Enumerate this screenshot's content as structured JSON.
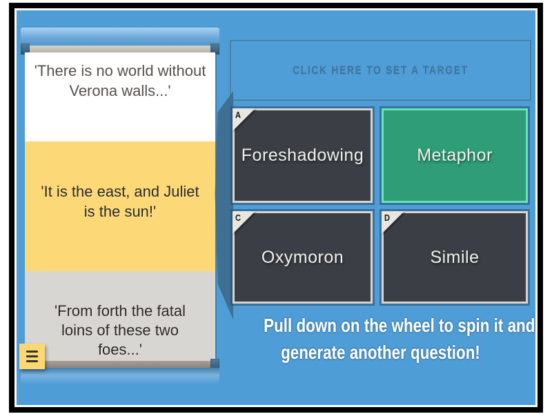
{
  "wheel": {
    "segments": [
      {
        "text": "'There is no world without Verona walls...'",
        "bg": "#ffffff"
      },
      {
        "text": "'It is the east, and Juliet is the sun!'",
        "bg": "#fcd976"
      },
      {
        "text": "'From forth the fatal loins of these two foes...'",
        "bg": "#d8d6d2"
      }
    ],
    "menu_icon": "hamburger-icon"
  },
  "target": {
    "label": "CLICK HERE TO SET A TARGET"
  },
  "answers": [
    {
      "letter": "A",
      "label": "Foreshadowing",
      "selected": false
    },
    {
      "letter": "",
      "label": "Metaphor",
      "selected": true
    },
    {
      "letter": "C",
      "label": "Oxymoron",
      "selected": false
    },
    {
      "letter": "D",
      "label": "Simile",
      "selected": false
    }
  ],
  "instruction": {
    "line1": "Pull down on the wheel to spin it and",
    "line2": "generate another question!"
  },
  "colors": {
    "canvas_blue": "#4e9dd7",
    "selected_green": "#2e9d78",
    "selected_border": "#67e4b5",
    "tile_dark": "#3b3f45",
    "tile_border": "#d9d4cd",
    "segment_yellow": "#fcd976",
    "segment_gray": "#d8d6d2",
    "menu_yellow": "#fcd873"
  }
}
